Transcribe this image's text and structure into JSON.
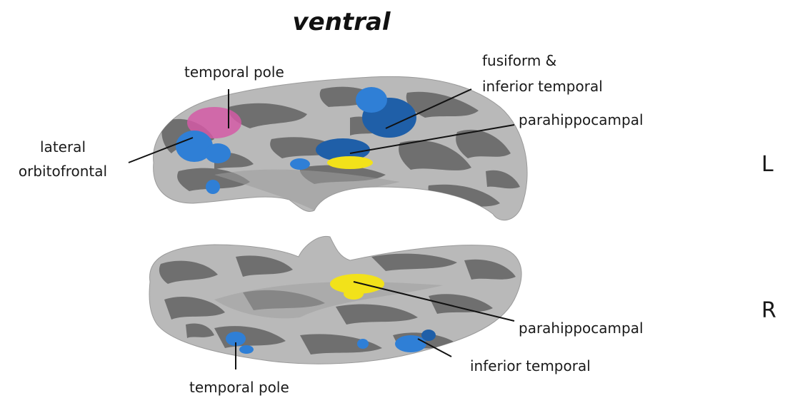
{
  "title": "ventral",
  "hemispheres": {
    "left": "L",
    "right": "R"
  },
  "labels": {
    "l_temporal_pole": "temporal pole",
    "l_fusiform_line1": "fusiform &",
    "l_fusiform_line2": "inferior temporal",
    "l_parahippocampal": "parahippocampal",
    "l_lateral_line1": "lateral",
    "l_lateral_line2": "orbitofrontal",
    "r_parahippocampal": "parahippocampal",
    "r_inferior_temporal": "inferior temporal",
    "r_temporal_pole": "temporal pole"
  },
  "colors": {
    "gyrus": "#b9b9b9",
    "sulcus": "#6f6f6f",
    "blue": "#2f7fd6",
    "dark_blue": "#1f5fa8",
    "yellow": "#f2e21a",
    "pink": "#d45aa6"
  }
}
